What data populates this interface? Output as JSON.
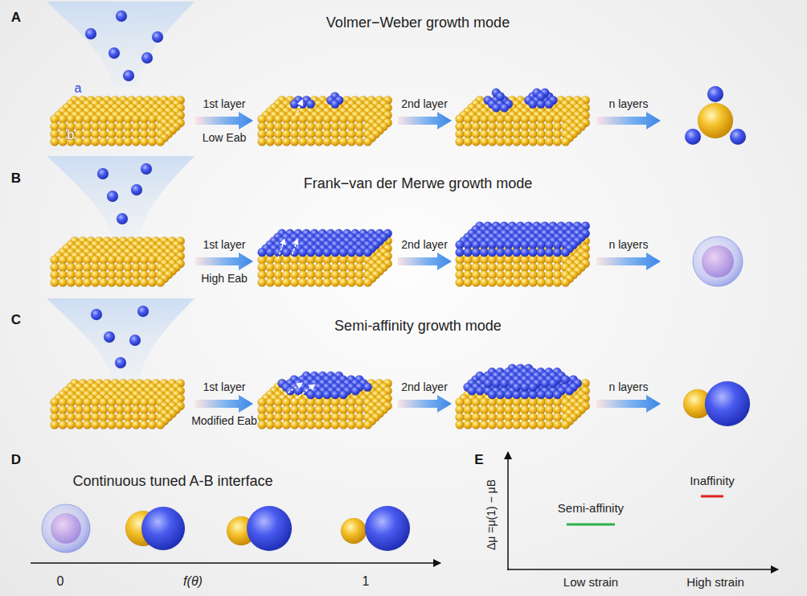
{
  "diagram": {
    "labels": [
      "A",
      "Volmer−Weber growth mode",
      "a",
      "b",
      "1st layer",
      "Low Eab",
      "2nd layer",
      "n layers",
      "B",
      "Frank−van der Merwe growth mode",
      "1st layer",
      "High Eab",
      "2nd layer",
      "n layers",
      "C",
      "Semi-affinity growth mode",
      "1st layer",
      "Modified Eab",
      "2nd layer",
      "n layers",
      "D",
      "Continuous tuned A-B interface",
      "E",
      "0",
      "f(θ)",
      "1",
      "Δμ =μ(1) − μB",
      "Semi-affinity",
      "Inaffinity",
      "Low strain",
      "High strain"
    ]
  }
}
